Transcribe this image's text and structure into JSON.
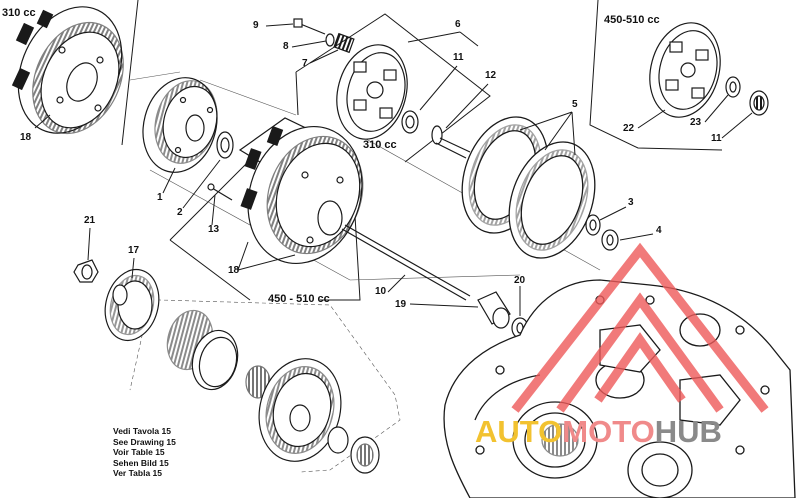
{
  "callouts": {
    "n1": "1",
    "n2": "2",
    "n3": "3",
    "n4": "4",
    "n5": "5",
    "n6": "6",
    "n7": "7",
    "n8": "8",
    "n9": "9",
    "n10": "10",
    "n11a": "11",
    "n11b": "11",
    "n12": "12",
    "n13": "13",
    "n17": "17",
    "n18a": "18",
    "n18b": "18",
    "n19": "19",
    "n20": "20",
    "n21": "21",
    "n22": "22",
    "n23": "23"
  },
  "variants": {
    "top_left": "310 cc",
    "center_310": "310 cc",
    "center_450": "450 - 510 cc",
    "top_right": "450-510 cc"
  },
  "note_lines": [
    "Vedi Tavola 15",
    "See Drawing 15",
    "Voir Table 15",
    "Sehen Bild 15",
    "Ver Tabla 15"
  ],
  "watermark": {
    "part1": "AUTO",
    "part2": "MOTO",
    "part3": "HUB",
    "color1": "#f2c230",
    "color2": "#f08a8a",
    "color3": "#8a8a8a",
    "logo_color": "#ee5a5a"
  },
  "colors": {
    "ink": "#1a1a1a"
  }
}
